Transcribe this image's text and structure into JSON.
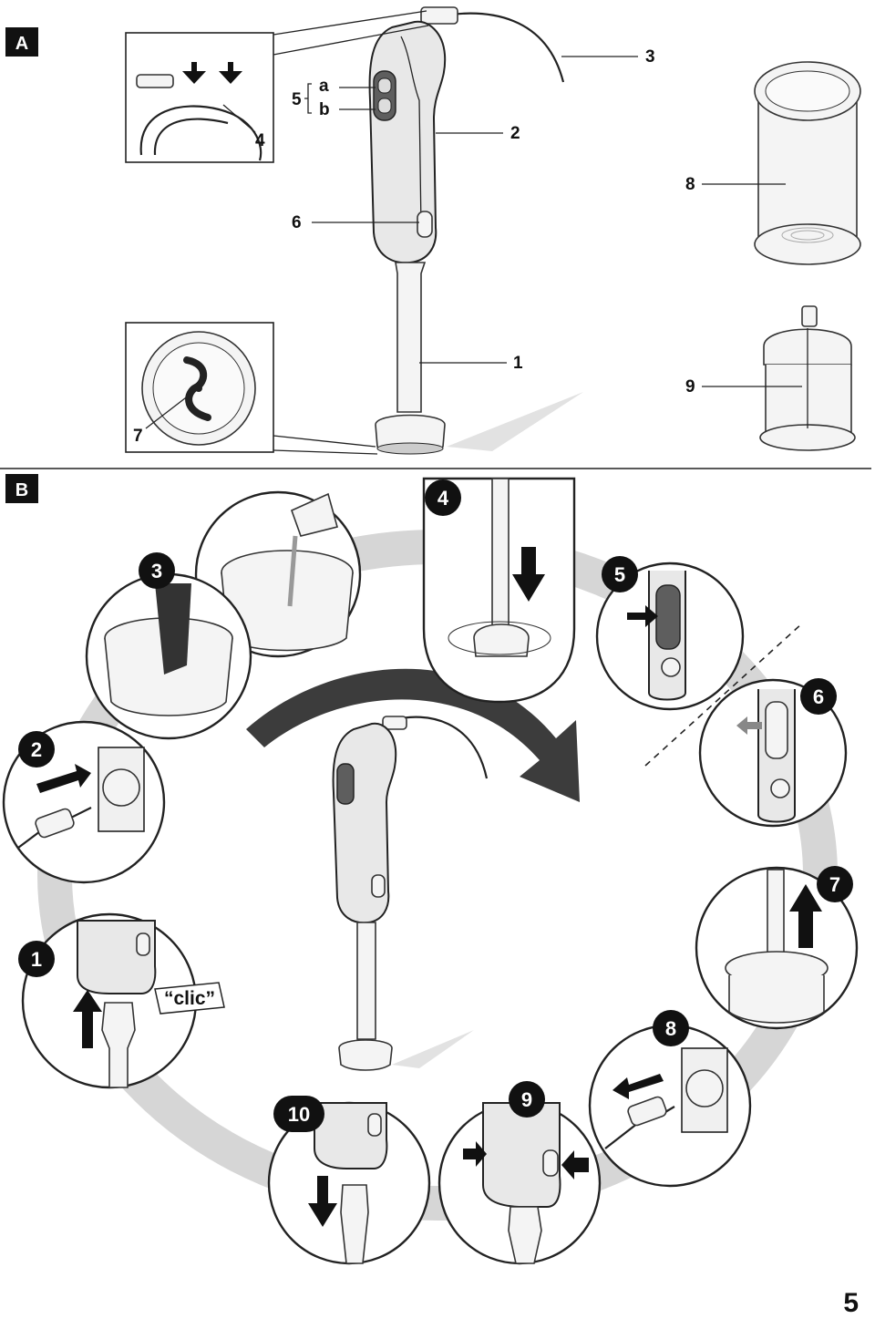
{
  "sections": {
    "A": {
      "label": "A"
    },
    "B": {
      "label": "B"
    }
  },
  "part_labels": {
    "p1": "1",
    "p2": "2",
    "p3": "3",
    "p4": "4",
    "p5": "5",
    "p5a": "a",
    "p5b": "b",
    "p6": "6",
    "p7": "7",
    "p8": "8",
    "p9": "9"
  },
  "steps": [
    "1",
    "2",
    "3",
    "4",
    "5",
    "6",
    "7",
    "8",
    "9",
    "10"
  ],
  "clic_text": "“clic”",
  "page_number": "5"
}
